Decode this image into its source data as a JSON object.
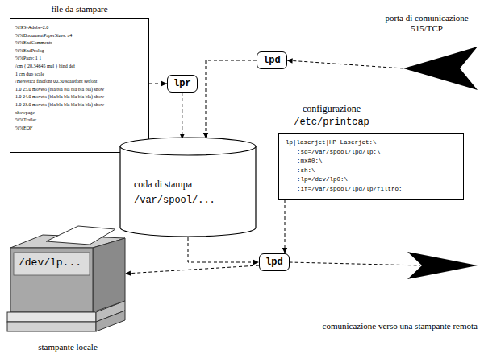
{
  "diagram": {
    "nodes": [
      {
        "text": [
          "file da stampare",
          "%!PS-Adobe-2.0",
          "%%DocumentPaperSizes: a4",
          "%%EndComments",
          "%%EndProlog",
          "%%Page: 1 1",
          "/cm { 28.34645 mul } bind def",
          "1 cm dup scale",
          "/Helvetica findfont 00.30 scalefont setfont",
          "1.0 25.0 moveto (bla bla bla bla bla bla) show",
          "1.0 24.0 moveto (bla bla bla bla bla bla) show",
          "1.0 23.0 moveto (bla bla bla bla bla bla) show",
          "showpage",
          "%%Trailer",
          "%%EOF"
        ]
      },
      {
        "text": [
          "lpr"
        ]
      },
      {
        "text": [
          "lpd"
        ]
      },
      {
        "text": [
          "porta di comunicazione 515/TCP"
        ]
      },
      {
        "text": [
          "configurazione",
          "/etc/printcap",
          "lp|laserjet|HP Laserjet:\\",
          ":sd=/var/spool/lpd/lp:\\",
          ":mx#0:\\",
          ":sh:\\",
          ":lp=/dev/lp0:\\",
          ":if=/var/spool/lpd/lp/filtro:"
        ]
      },
      {
        "text": [
          "coda di stampa",
          "/var/spool/..."
        ]
      },
      {
        "text": [
          "lpd"
        ]
      },
      {
        "text": [
          "/dev/lp...",
          "stampante locale"
        ]
      },
      {
        "text": [
          "comunicazione verso una stampante remota"
        ]
      }
    ],
    "edges": [
      {
        "from": 0,
        "to": 1,
        "arrow": "to"
      },
      {
        "from": 1,
        "to": 5,
        "arrow": "to"
      },
      {
        "from": 2,
        "to": 5,
        "arrow": "to"
      },
      {
        "from": 3,
        "to": 2,
        "arrow": "to"
      },
      {
        "from": 4,
        "to": 6,
        "arrow": "to"
      },
      {
        "from": 5,
        "to": 6,
        "arrow": "to"
      },
      {
        "from": 6,
        "to": 7,
        "arrow": "to"
      },
      {
        "from": 6,
        "to": 8,
        "arrow": "none"
      }
    ]
  }
}
